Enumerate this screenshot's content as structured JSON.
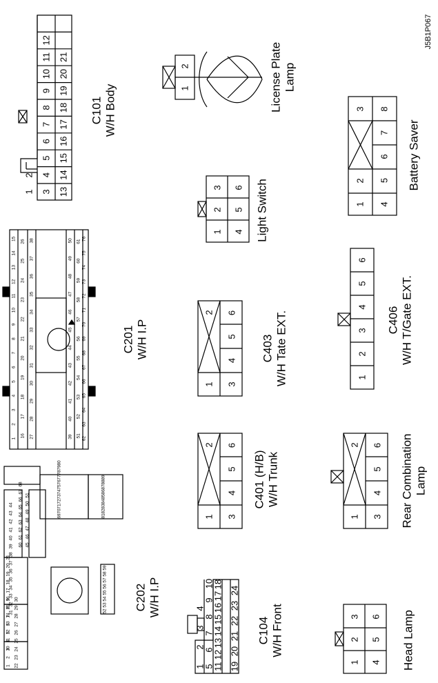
{
  "diagram_code": "J5B1P067",
  "connectors": [
    {
      "id": "c101",
      "labels": [
        "C101",
        "W/H Body"
      ],
      "rows": [
        [
          "1",
          "2"
        ],
        [
          "3",
          "4",
          "5",
          "6",
          "7",
          "8",
          "9",
          "10",
          "11",
          "12"
        ],
        [
          "13",
          "14",
          "15",
          "16",
          "17",
          "18",
          "19",
          "20",
          "21"
        ]
      ]
    },
    {
      "id": "license",
      "labels": [
        "License Plate",
        "Lamp"
      ],
      "rows": [
        [
          "1",
          "2"
        ]
      ]
    },
    {
      "id": "light",
      "labels": [
        "Light Switch"
      ],
      "rows": [
        [
          "1",
          "2",
          "3"
        ],
        [
          "4",
          "5",
          "6"
        ]
      ]
    },
    {
      "id": "saver",
      "labels": [
        "Battery Saver"
      ],
      "rows": [
        [
          "1",
          "2",
          "3"
        ],
        [
          "4",
          "5",
          "6",
          "7",
          "8"
        ]
      ]
    },
    {
      "id": "c201",
      "labels": [
        "C201",
        "W/H I.P"
      ],
      "rows": [
        [
          "1",
          "2",
          "3",
          "4",
          "5",
          "6",
          "7",
          "8",
          "9",
          "10",
          "11",
          "12",
          "13",
          "14",
          "15"
        ],
        [
          "16",
          "17",
          "18",
          "19",
          "20",
          "21",
          "22",
          "23",
          "24",
          "25",
          "26"
        ],
        [
          "27",
          "28",
          "29",
          "30",
          "31",
          "32",
          "33",
          "34",
          "35",
          "36",
          "37",
          "38"
        ],
        [
          "39",
          "40",
          "41",
          "42",
          "43",
          "44",
          "45",
          "46",
          "47",
          "48",
          "49",
          "50"
        ],
        [
          "51",
          "52",
          "53",
          "54",
          "55",
          "56",
          "57",
          "58",
          "59",
          "60",
          "61"
        ],
        [
          "62",
          "63",
          "64",
          "65",
          "66",
          "67",
          "68",
          "69",
          "70",
          "71",
          "72",
          "73",
          "74",
          "75",
          "76"
        ]
      ]
    },
    {
      "id": "c403",
      "labels": [
        "C403",
        "W/H Tate EXT."
      ],
      "rows": [
        [
          "1",
          "2"
        ],
        [
          "3",
          "4",
          "5",
          "6"
        ]
      ]
    },
    {
      "id": "c406",
      "labels": [
        "C406",
        "W/H T/Gate EXT."
      ],
      "rows": [
        [
          "1",
          "2",
          "3",
          "4",
          "5",
          "6"
        ]
      ]
    },
    {
      "id": "c401",
      "labels": [
        "C401 (H/B)",
        "W/H Trunk"
      ],
      "rows": [
        [
          "1",
          "2"
        ],
        [
          "3",
          "4",
          "5",
          "6"
        ]
      ]
    },
    {
      "id": "rcl",
      "labels": [
        "Rear Combination",
        "Lamp"
      ],
      "rows": [
        [
          "1",
          "2"
        ],
        [
          "3",
          "4",
          "5",
          "6"
        ]
      ]
    },
    {
      "id": "c202",
      "labels": [
        "C202",
        "W/H I.P"
      ],
      "rows": [
        [
          "1",
          "2",
          "3",
          "4",
          "5",
          "6",
          "7",
          "8",
          "9"
        ],
        [
          "10",
          "11",
          "12",
          "13",
          "14",
          "15",
          "16",
          "17",
          "18",
          "19",
          "20",
          "21"
        ],
        [
          "22",
          "23",
          "24",
          "25",
          "26",
          "27",
          "28",
          "29",
          "30"
        ],
        [
          "31",
          "32",
          "33",
          "34",
          "35",
          "36",
          "37",
          "38",
          "39",
          "40",
          "41",
          "42",
          "43",
          "44"
        ],
        [
          "45",
          "46",
          "47",
          "48",
          "49",
          "50",
          "51"
        ],
        [
          "52",
          "53",
          "54",
          "55",
          "56",
          "57",
          "58",
          "59"
        ],
        [
          "60",
          "61",
          "62",
          "63",
          "64",
          "65",
          "66",
          "67",
          "68"
        ],
        [
          "69",
          "70",
          "71",
          "72",
          "73",
          "74",
          "75",
          "76",
          "77",
          "78",
          "79",
          "80"
        ],
        [
          "81",
          "82",
          "83",
          "84",
          "85",
          "86",
          "87",
          "88",
          "89"
        ]
      ]
    },
    {
      "id": "c104",
      "labels": [
        "C104",
        "W/H Front"
      ],
      "rows": [
        [
          "1",
          "2",
          "3",
          "4"
        ],
        [
          "5",
          "6",
          "7",
          "8",
          "9",
          "10"
        ],
        [
          "11",
          "12",
          "13",
          "14",
          "15",
          "16",
          "17",
          "18"
        ],
        [
          "19",
          "20",
          "21",
          "22",
          "23",
          "24"
        ]
      ]
    },
    {
      "id": "head",
      "labels": [
        "Head Lamp"
      ],
      "rows": [
        [
          "1",
          "2",
          "3"
        ],
        [
          "4",
          "5",
          "6"
        ]
      ]
    }
  ]
}
